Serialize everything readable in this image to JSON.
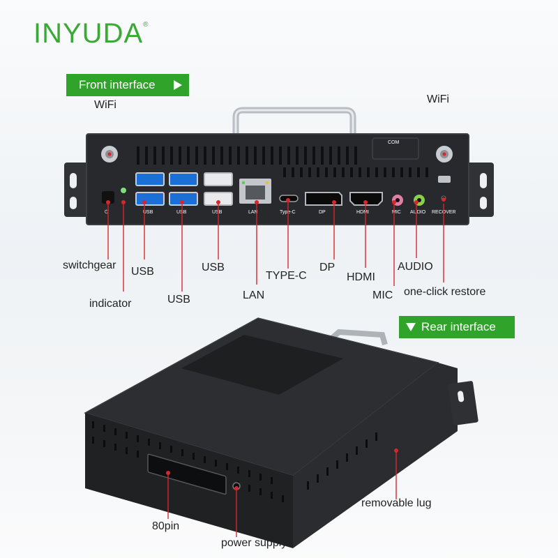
{
  "brand": {
    "name": "INYUDA",
    "mark": "®",
    "color": "#3aa935"
  },
  "front_banner": {
    "label": "Front interface",
    "icon": "triangle-right-icon"
  },
  "rear_banner": {
    "label": "Rear interface",
    "icon": "triangle-down-icon"
  },
  "panel": {
    "com": "COM",
    "usb": "USB",
    "lan": "LAN",
    "typec": "Type-C",
    "dp": "DP",
    "hdmi": "HDMI",
    "mic": "MIC",
    "audio": "AUDIO",
    "recover": "RECOVER"
  },
  "front_labels": {
    "wifi_left": "WiFi",
    "wifi_right": "WiFi",
    "switchgear": "switchgear",
    "indicator": "indicator",
    "usb1": "USB",
    "usb2": "USB",
    "usb3": "USB",
    "lan": "LAN",
    "typec": "TYPE-C",
    "dp": "DP",
    "hdmi": "HDMI",
    "mic": "MIC",
    "audio": "AUDIO",
    "restore": "one-click restore"
  },
  "rear_labels": {
    "lug": "removable lug",
    "pin": "80pin",
    "power": "power supply"
  },
  "colors": {
    "accent": "#2fa32a",
    "pointer": "#d9262c",
    "chassis": "#26282b"
  }
}
